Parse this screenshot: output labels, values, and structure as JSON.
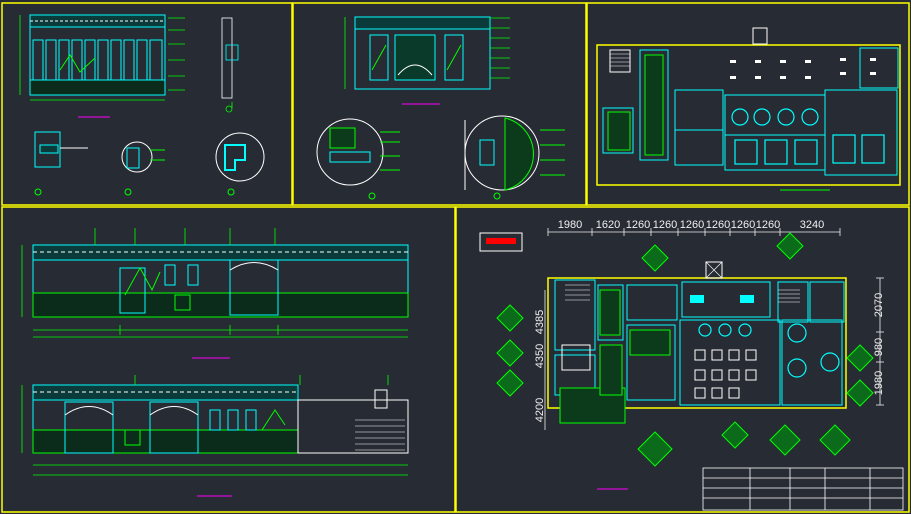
{
  "plan_dims": {
    "top": [
      "1980",
      "1620",
      "1260",
      "1260",
      "1260",
      "1260",
      "1260",
      "1260",
      "3240"
    ],
    "right": [
      "2070",
      "980",
      "1980"
    ],
    "left": [
      "4385",
      "4350",
      "4200"
    ]
  },
  "colors": {
    "background": "#272b33",
    "frame": "#ffff00",
    "wall": "#00ffff",
    "hatch": "#00ff00",
    "annotation": "#ff00ff",
    "text": "#f0f0f0"
  }
}
